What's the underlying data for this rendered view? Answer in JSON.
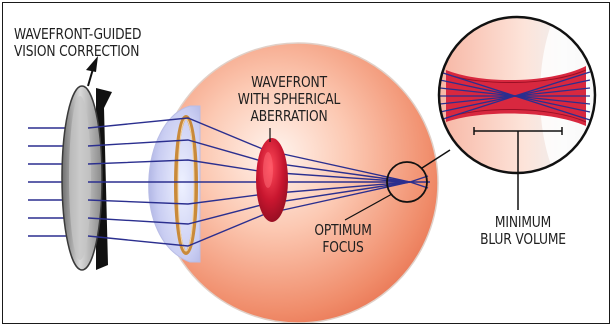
{
  "labels": {
    "correction": [
      "WAVEFRONT-GUIDED",
      "VISION CORRECTION"
    ],
    "wavefront": [
      "WAVEFRONT",
      "WITH SPHERICAL",
      "ABERRATION"
    ],
    "focus": [
      "OPTIMUM",
      "FOCUS"
    ],
    "blur": [
      "MINIMUM",
      "BLUR VOLUME"
    ]
  },
  "colors": {
    "ray": "#2b2f8f",
    "eye_light": "#fde3d8",
    "eye_dark": "#e9704f",
    "lens_red": "#b5122b",
    "iris_ring": "#c98a3a",
    "lens_gray": "#8c8c8c",
    "lens_black": "#111111",
    "zoom_band": "#d8283f"
  }
}
